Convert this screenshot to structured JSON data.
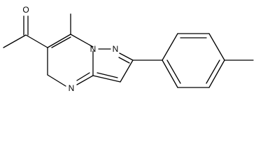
{
  "molecule": {
    "atoms": {
      "ketone_oxygen": "O",
      "pyrazole_n1": "N",
      "pyrazole_n2": "N",
      "pyrimidine_n": "N"
    }
  },
  "colors": {
    "bond": "#000000",
    "label": "#000000",
    "background": "#ffffff"
  }
}
